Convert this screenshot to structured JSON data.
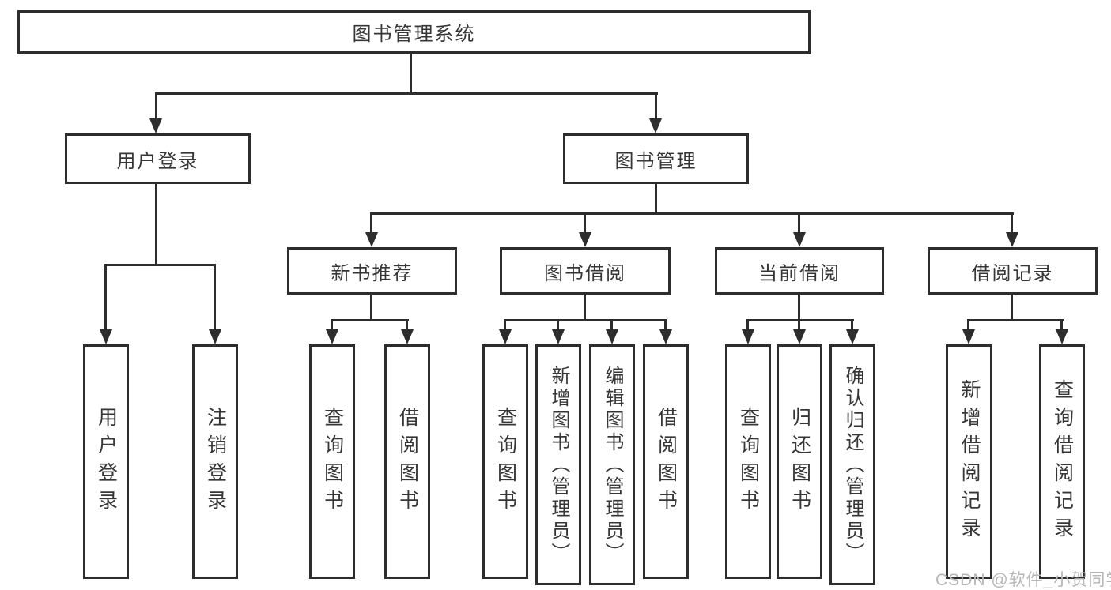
{
  "diagram": {
    "root": "图书管理系统",
    "level2": {
      "user_login": "用户登录",
      "book_mgmt": "图书管理"
    },
    "level3": {
      "new_book": "新书推荐",
      "book_borrow": "图书借阅",
      "current_borrow": "当前借阅",
      "borrow_record": "借阅记录"
    },
    "leaves": {
      "user_login": "用户登录",
      "logout": "注销登录",
      "nb_query": "查询图书",
      "nb_borrow": "借阅图书",
      "bb_query": "查询图书",
      "bb_add": "新增图书（管理员）",
      "bb_edit": "编辑图书（管理员）",
      "bb_borrow": "借阅图书",
      "cb_query": "查询图书",
      "cb_return": "归还图书",
      "cb_confirm": "确认归还（管理员）",
      "br_add": "新增借阅记录",
      "br_query": "查询借阅记录"
    },
    "watermark": "CSDN @软件_小贺同学",
    "colors": {
      "line": "#2d2d2d",
      "text": "#363636",
      "watermark": "#b6b6b6",
      "background": "#ffffff"
    }
  }
}
